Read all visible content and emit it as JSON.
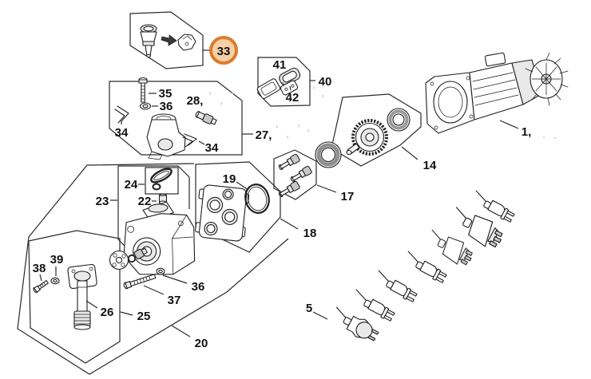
{
  "page": {
    "background": "#ffffff",
    "line_color": "#1f1f1f",
    "ghost_color": "#cbcbcb"
  },
  "highlight": {
    "label": "33",
    "ring_color": "#dd7b2d",
    "fill_color": "#f6d0a6",
    "text_color": "#111111"
  },
  "labels": {
    "n33": "33",
    "n35": "35",
    "n36a": "36",
    "n28": "28,",
    "n34a": "34",
    "n34b": "34",
    "n27": "27,",
    "n41": "41",
    "n42": "42",
    "n40": "40",
    "n1": "1,",
    "n14": "14",
    "n17": "17",
    "n19": "19",
    "n18": "18",
    "n24": "24",
    "n23": "23",
    "n22": "22",
    "n38": "38",
    "n39": "39",
    "n26": "26",
    "n25": "25",
    "n37": "37",
    "n36b": "36",
    "n20": "20",
    "n5": "5"
  },
  "ghosts": {
    "g28a": "'",
    "g28b": ",",
    "g28c": "'",
    "g27a": "'",
    "g27b": ",",
    "g27c": "'",
    "g27d": "'",
    "g14a": "'",
    "g14b": ",",
    "g1a": ".",
    "g1b": "."
  }
}
